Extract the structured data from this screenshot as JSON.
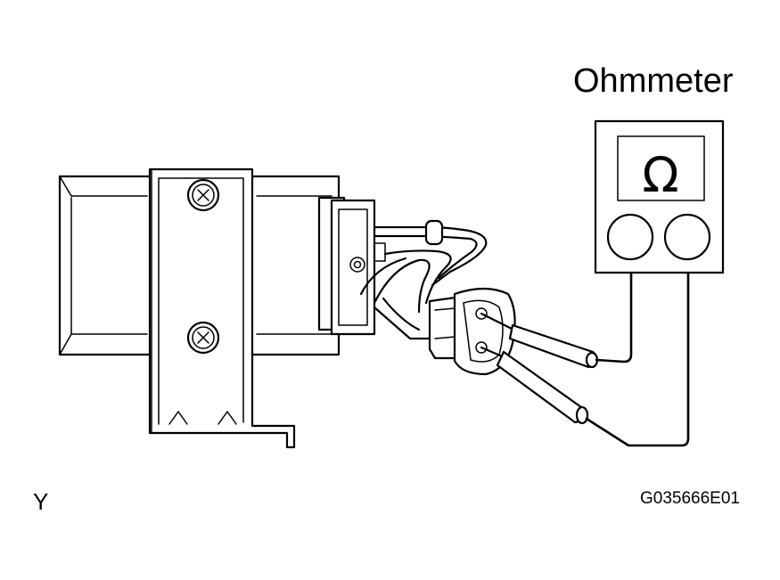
{
  "labels": {
    "meter_title": "Ohmmeter",
    "view_letter": "Y",
    "figure_code": "G035666E01"
  },
  "meter": {
    "display_symbol": "Ω"
  }
}
